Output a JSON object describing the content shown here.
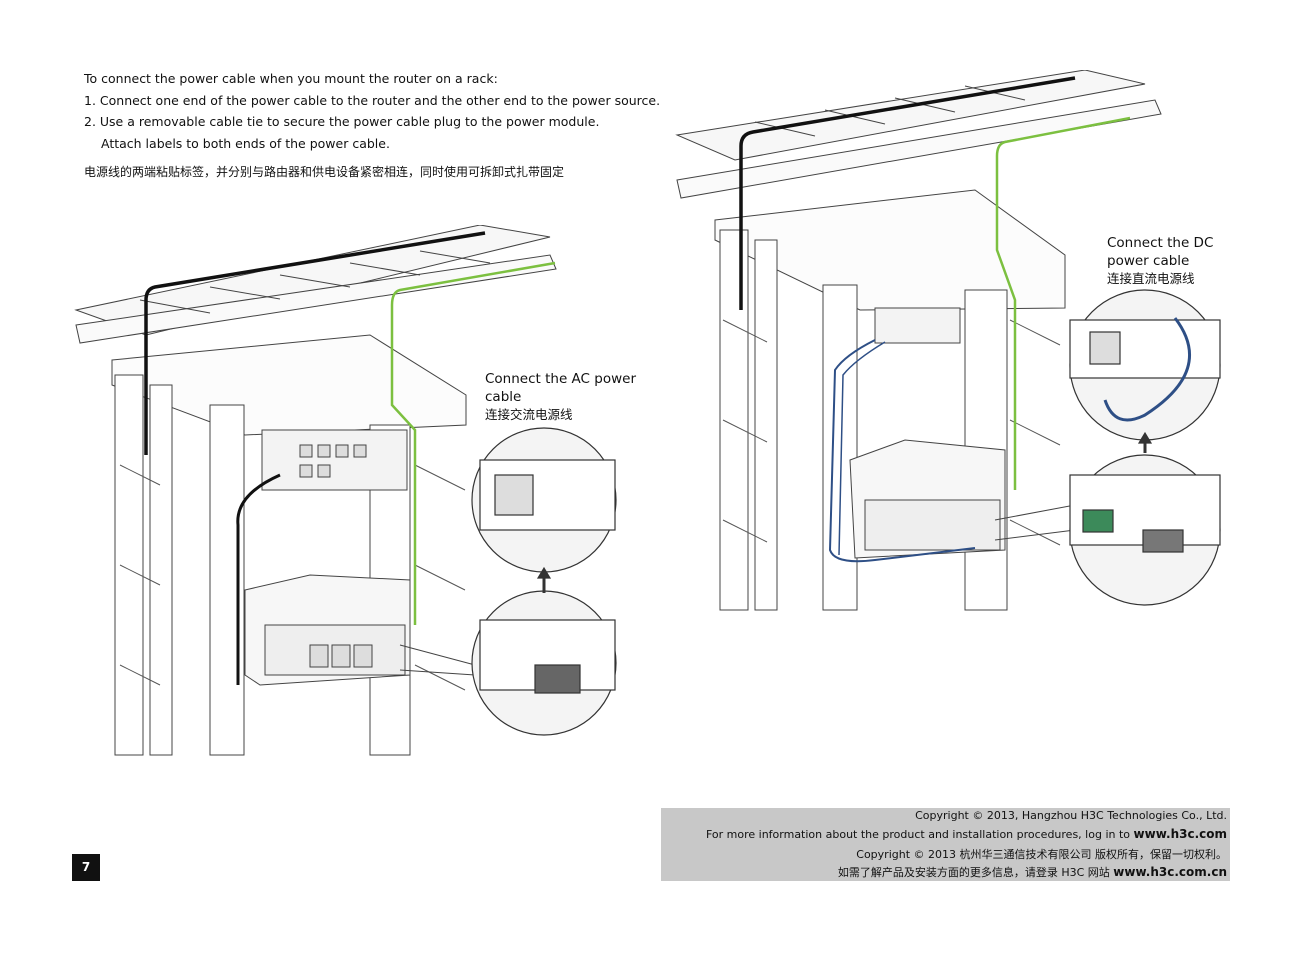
{
  "instructions": {
    "intro": "To connect the power cable when you mount the router on a rack:",
    "step1": "1. Connect one end of the power cable to the router and the other end to the power source.",
    "step2": "2. Use a removable cable tie to secure the power cable plug to the power module.",
    "step2_sub": "Attach labels to both ends of the power cable.",
    "chinese": "电源线的两端粘贴标签，并分别与路由器和供电设备紧密相连，同时使用可拆卸式扎带固定"
  },
  "ac_callout": {
    "line1": "Connect the AC power",
    "line2": "cable",
    "zh": "连接交流电源线"
  },
  "dc_callout": {
    "line1": "Connect the DC",
    "line2": "power cable",
    "zh": "连接直流电源线"
  },
  "footer": {
    "line1": "Copyright © 2013, Hangzhou H3C Technologies Co., Ltd.",
    "line2_text": "For more information about the product and installation procedures, log in to ",
    "line2_web": "www.h3c.com",
    "line3": "Copyright © 2013 杭州华三通信技术有限公司 版权所有，保留一切权利。",
    "line4_text": "如需了解产品及安装方面的更多信息，请登录 H3C 网站 ",
    "line4_web": "www.h3c.com.cn"
  },
  "page_number": "7",
  "colors": {
    "footer_bg": "#c8c8c8",
    "ground_cable": "#7cc040",
    "ground_cable_stripe": "#e2d23a",
    "dc_cable": "#2e4f86"
  }
}
